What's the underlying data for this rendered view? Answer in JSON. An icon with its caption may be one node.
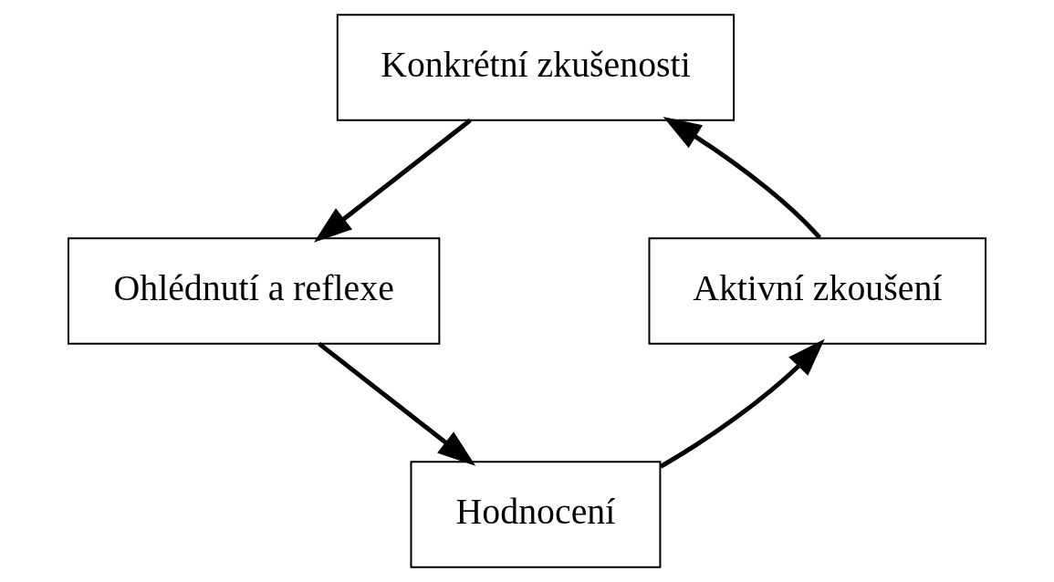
{
  "diagram": {
    "nodes": [
      {
        "text": [
          "Konkrétní zkušenosti"
        ]
      },
      {
        "text": [
          "Ohlédnutí a reflexe"
        ]
      },
      {
        "text": [
          "Hodnocení"
        ]
      },
      {
        "text": [
          "Aktivní zkoušení"
        ]
      }
    ],
    "edges": [
      {
        "from": 0,
        "to": 1,
        "arrow": "to"
      },
      {
        "from": 1,
        "to": 2,
        "arrow": "to"
      },
      {
        "from": 2,
        "to": 3,
        "arrow": "to"
      },
      {
        "from": 3,
        "to": 0,
        "arrow": "to"
      }
    ]
  }
}
